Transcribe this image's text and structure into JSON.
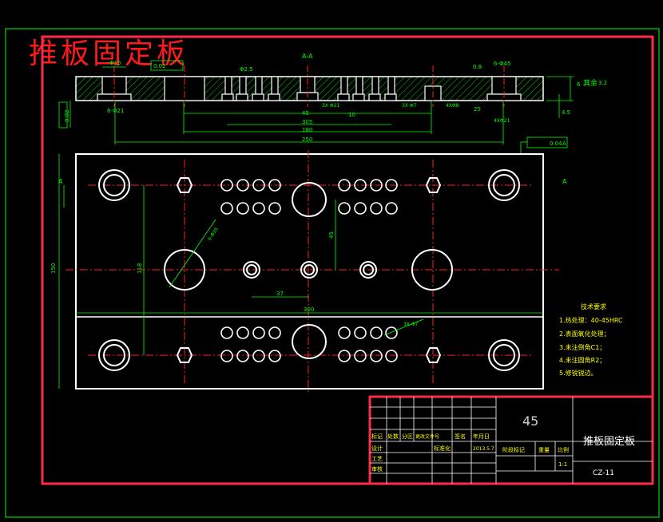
{
  "overlay_title": "推板固定板",
  "section_label": "A-A",
  "view_marker": "A",
  "dims": {
    "d15": "Φ15",
    "d25": "Φ2.5",
    "tol1": "0.02",
    "tol2": "0.02",
    "holes1": "6-Φ21",
    "holes2": "6-Φ45",
    "h45": "45",
    "h6": "6",
    "w305": "305",
    "w180": "180",
    "w250": "250",
    "w10": "10",
    "w3x21": "3X Φ21",
    "w3x7": "3X Φ7",
    "w4x8": "4XΦ8",
    "w4x21": "4XΦ21",
    "rough": "其余",
    "ra": "3.2",
    "flat": "0.04",
    "flat_datum": "A",
    "r08": "0.8",
    "h25": "25",
    "v150": "150",
    "v118": "118",
    "v45": "45",
    "h37": "37",
    "h300": "300",
    "diag": "6-Φ35",
    "side1": "0.02",
    "side2": "B",
    "right45": "4.5"
  },
  "notes": {
    "title": "技术要求",
    "items": [
      "1.热处理：40-45HRC",
      "2.表面氧化处理；",
      "3.未注倒角C1；",
      "4.未注圆角R2；",
      "5.修锐锐边。"
    ]
  },
  "title_block": {
    "material": "45",
    "part_name": "推板固定板",
    "drawing_no": "CZ-11",
    "headers": [
      "标记",
      "处数",
      "分区",
      "更改文件号",
      "签名",
      "年月日"
    ],
    "design": "设计",
    "standardize": "标准化",
    "date": "2013.5.7",
    "stage": "阶段标记",
    "weight": "重量",
    "scale_label": "比例",
    "scale": "1:1",
    "check": "审核",
    "process": "工艺"
  }
}
